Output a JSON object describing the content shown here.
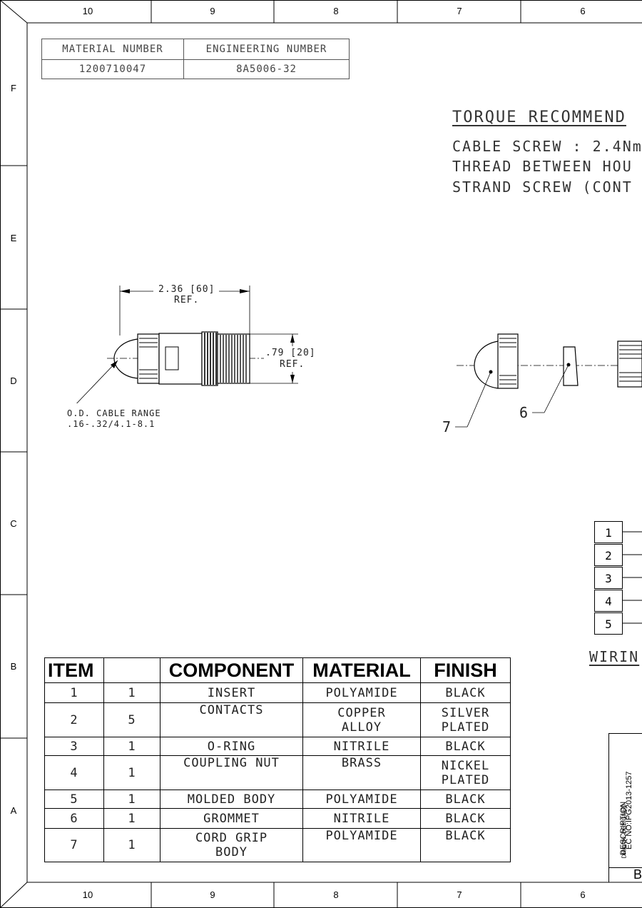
{
  "zones": {
    "columns": [
      "10",
      "9",
      "8",
      "7",
      "6"
    ],
    "rows": [
      "F",
      "E",
      "D",
      "C",
      "B",
      "A"
    ]
  },
  "header_table": {
    "headers": [
      "MATERIAL NUMBER",
      "ENGINEERING NUMBER"
    ],
    "values": [
      "1200710047",
      "8A5006-32"
    ]
  },
  "torque": {
    "title": "TORQUE RECOMMEND",
    "lines": [
      "CABLE SCREW : 2.4Nm",
      "THREAD BETWEEN HOU",
      "STRAND SCREW (CONT"
    ]
  },
  "dimensions": {
    "length": "2.36 [60]",
    "length_ref": "REF.",
    "diameter": ".79 [20]",
    "diameter_ref": "REF.",
    "cable_range_label": "O.D. CABLE RANGE",
    "cable_range_value": ".16-.32/4.1-8.1"
  },
  "balloons": [
    "7",
    "6"
  ],
  "wiring": {
    "pins": [
      "1",
      "2",
      "3",
      "4",
      "5"
    ],
    "label": "WIRIN"
  },
  "bom": {
    "headers": [
      "ITEM",
      "",
      "COMPONENT",
      "MATERIAL",
      "FINISH"
    ],
    "rows": [
      {
        "item": "1",
        "qty": "1",
        "component": "INSERT",
        "material": "POLYAMIDE",
        "finish": "BLACK"
      },
      {
        "item": "2",
        "qty": "5",
        "component": "CONTACTS",
        "material": "COPPER ALLOY",
        "finish": "SILVER PLATED"
      },
      {
        "item": "3",
        "qty": "1",
        "component": "O-RING",
        "material": "NITRILE",
        "finish": "BLACK"
      },
      {
        "item": "4",
        "qty": "1",
        "component": "COUPLING NUT",
        "material": "BRASS",
        "finish": "NICKEL PLATED"
      },
      {
        "item": "5",
        "qty": "1",
        "component": "MOLDED BODY",
        "material": "POLYAMIDE",
        "finish": "BLACK"
      },
      {
        "item": "6",
        "qty": "1",
        "component": "GROMMET",
        "material": "NITRILE",
        "finish": "BLACK"
      },
      {
        "item": "7",
        "qty": "1",
        "component": "CORD GRIP BODY",
        "material": "POLYAMIDE",
        "finish": "BLACK"
      }
    ]
  },
  "title_block": {
    "description": "DESCRIPTION",
    "ec_no": "EC NO:IPG2013-1257",
    "drawn": "DRAWN: DESIGNED",
    "size": "B"
  }
}
